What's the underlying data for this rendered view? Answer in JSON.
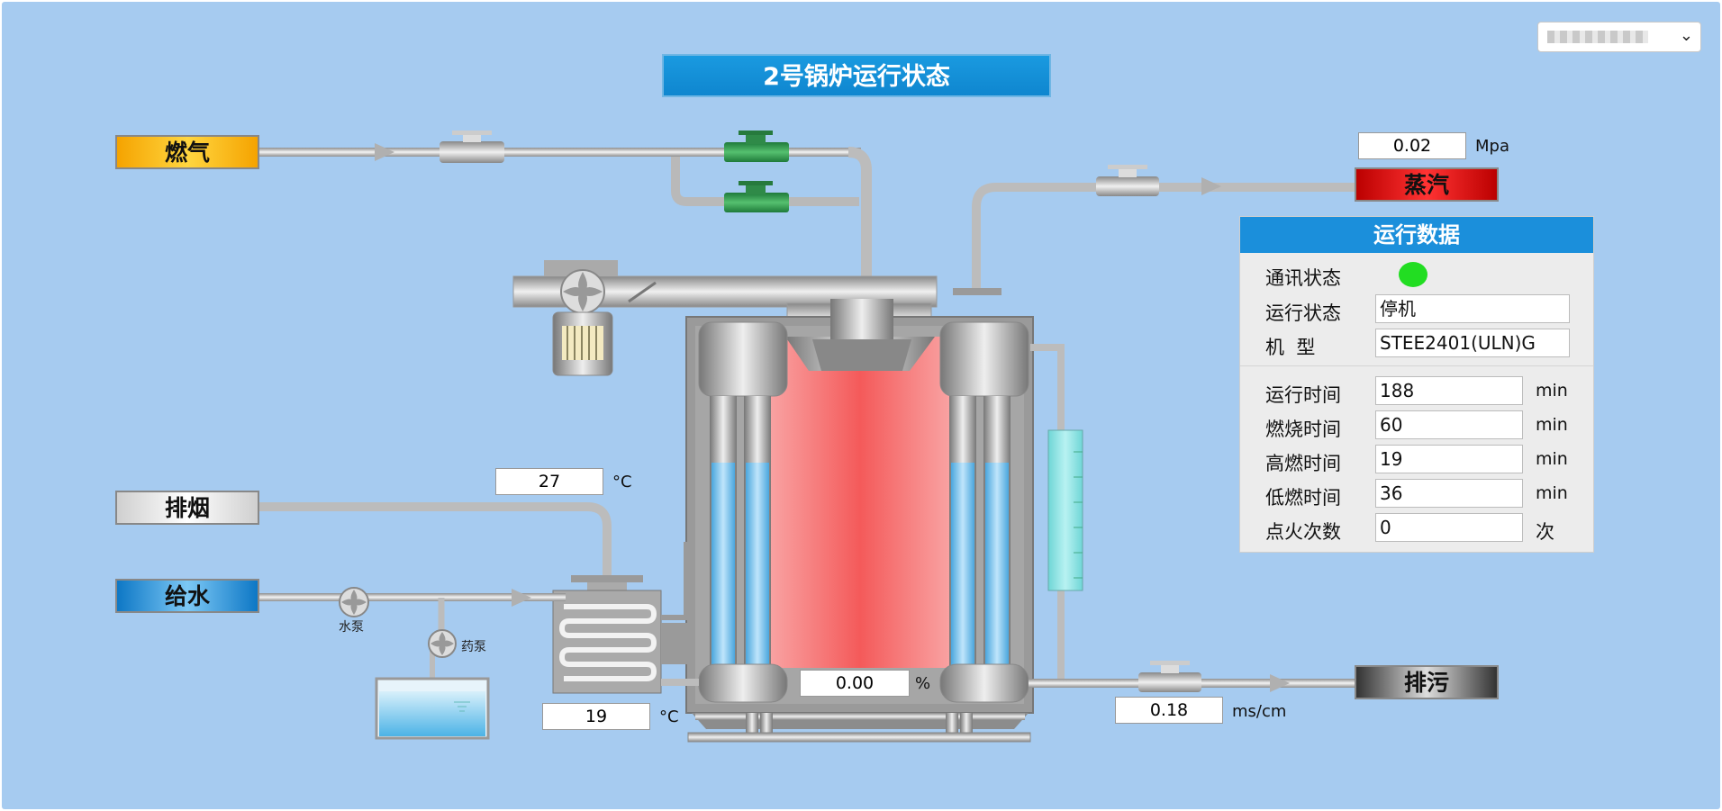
{
  "title": "2号锅炉运行状态",
  "selector": {
    "text": ""
  },
  "sources": {
    "gas": "燃气",
    "smoke": "排烟",
    "feedwater": "给水"
  },
  "outputs": {
    "steam": "蒸汽",
    "blowdown": "排污"
  },
  "readings": {
    "steam_pressure": "0.02",
    "steam_pressure_unit": "Mpa",
    "exhaust_temp": "27",
    "exhaust_temp_unit": "°C",
    "water_temp": "19",
    "water_temp_unit": "°C",
    "water_level": "0.00",
    "water_level_unit": "%",
    "conductivity": "0.18",
    "conductivity_unit": "ms/cm"
  },
  "pumps": {
    "water_pump": "水泵",
    "dosing_pump": "药泵"
  },
  "panel": {
    "header": "运行数据",
    "comm_label": "通讯状态",
    "comm_color": "#22dd22",
    "status_label": "运行状态",
    "status_value": "停机",
    "model_label": "机  型",
    "model_value": "STEE2401(ULN)G",
    "rows": [
      {
        "label": "运行时间",
        "value": "188",
        "unit": "min"
      },
      {
        "label": "燃烧时间",
        "value": "60",
        "unit": "min"
      },
      {
        "label": "高燃时间",
        "value": "19",
        "unit": "min"
      },
      {
        "label": "低燃时间",
        "value": "36",
        "unit": "min"
      },
      {
        "label": "点火次数",
        "value": "0",
        "unit": "次"
      }
    ]
  }
}
